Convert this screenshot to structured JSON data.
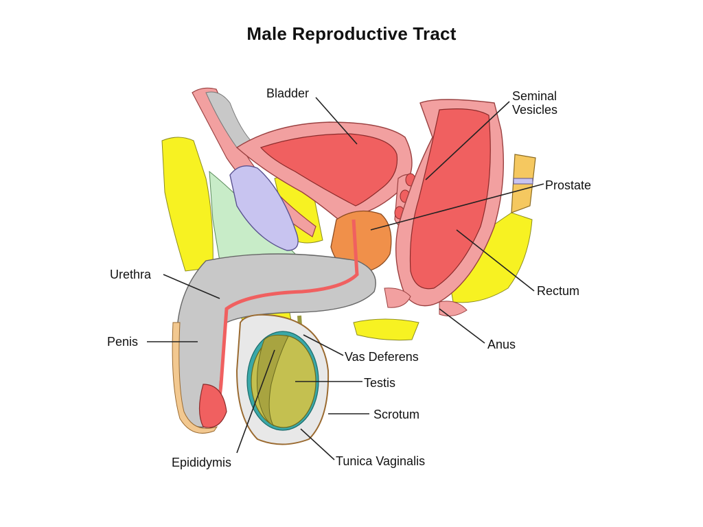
{
  "title": "Male Reproductive Tract",
  "labels": {
    "bladder": "Bladder",
    "seminal_line1": "Seminal",
    "seminal_line2": "Vesicles",
    "prostate": "Prostate",
    "urethra": "Urethra",
    "rectum": "Rectum",
    "penis": "Penis",
    "vas_deferens": "Vas Deferens",
    "anus": "Anus",
    "testis": "Testis",
    "scrotum": "Scrotum",
    "epididymis": "Epididymis",
    "tunica_vaginalis": "Tunica Vaginalis"
  },
  "colors": {
    "muscle_red": "#f06060",
    "pink_wall": "#f2a0a0",
    "fat_yellow": "#f7f222",
    "gray_tissue": "#c8c8c8",
    "prostate_orange": "#f0904a",
    "pubic_bone_lavender": "#c8c4f0",
    "testis_olive": "#c4c050",
    "tunica_teal": "#3aa8a8",
    "ligament_green": "#c8ecc8",
    "skin_tan": "#f2c890"
  }
}
